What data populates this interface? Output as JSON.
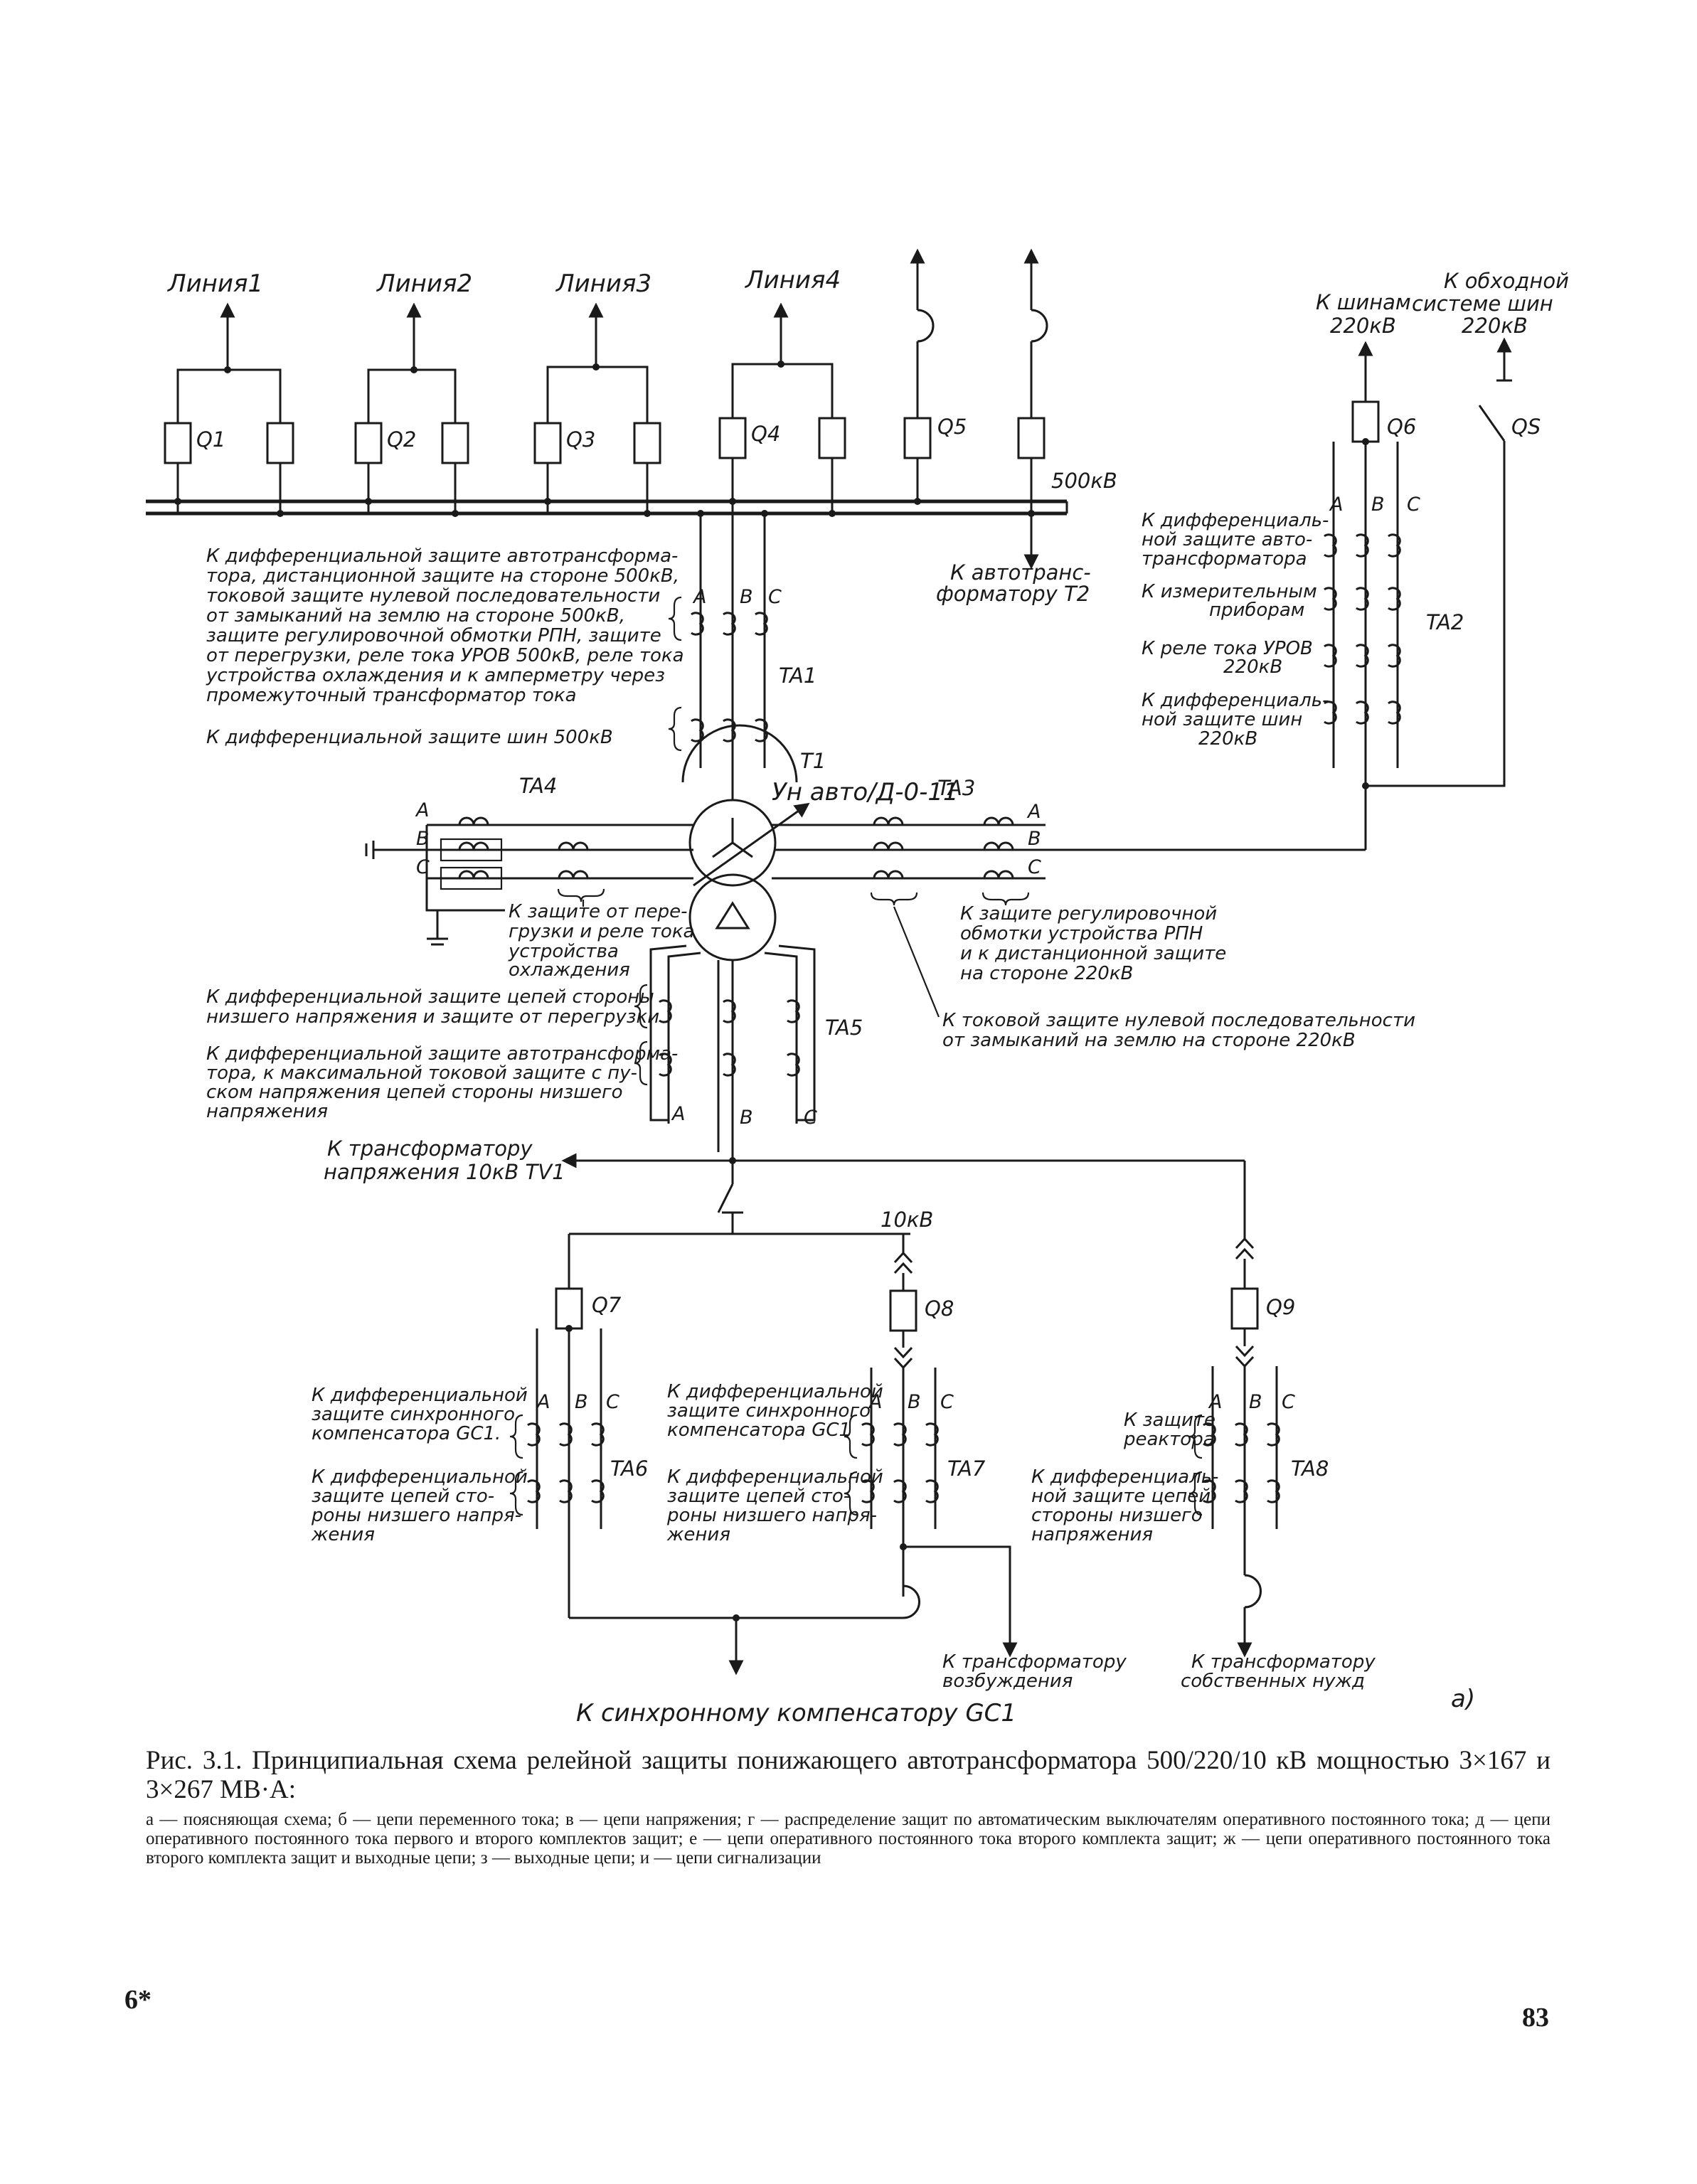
{
  "lines": {
    "line1": "Линия1",
    "line2": "Линия2",
    "line3": "Линия3",
    "line4": "Линия4"
  },
  "breakers": {
    "q1": "Q1",
    "q2": "Q2",
    "q3": "Q3",
    "q4": "Q4",
    "q5": "Q5",
    "q6": "Q6",
    "q7": "Q7",
    "q8": "Q8",
    "q9": "Q9",
    "qs": "QS"
  },
  "voltages": {
    "bus500": "500кВ",
    "bus10": "10кВ"
  },
  "hv_labels": {
    "to_t2": [
      "К автотранс-",
      "форматору Т2"
    ],
    "to_bus220": [
      "К шинам",
      "220кВ"
    ],
    "to_bypass": [
      "К обходной",
      "системе шин",
      "220кВ"
    ]
  },
  "ta1": {
    "name": "TA1",
    "phases": [
      "A",
      "B",
      "C"
    ],
    "note1": [
      "К дифференциальной защите автотрансформа-",
      "тора, дистанционной защите на стороне 500кВ,",
      "токовой защите нулевой последовательности",
      "от замыканий на землю на стороне 500кВ,",
      "защите регулировочной обмотки РПН, защите",
      "от перегрузки, реле тока УРОВ 500кВ, реле тока",
      "устройства охлаждения и к амперметру через",
      "промежуточный трансформатор тока"
    ],
    "note2": "К дифференциальной защите шин 500кВ"
  },
  "t1": {
    "name": "Т1",
    "scheme": "Ун авто/Д-0-11"
  },
  "ta2": {
    "name": "TA2",
    "phases": [
      "A",
      "B",
      "C"
    ],
    "note1": [
      "К дифференциаль-",
      "ной защите авто-",
      "трансформатора"
    ],
    "note2": [
      "К измерительным",
      "приборам"
    ],
    "note3": [
      "К реле тока УРОВ",
      "220кВ"
    ],
    "note4": [
      "К дифференциаль-",
      "ной защите шин",
      "220кВ"
    ]
  },
  "ta3": {
    "name": "TA3",
    "phases": [
      "A",
      "B",
      "C"
    ],
    "note1": [
      "К защите регулировочной",
      "обмотки устройства РПН",
      "и к дистанционной защите",
      "на стороне 220кВ"
    ],
    "note2": [
      "К токовой защите нулевой последовательности",
      "от замыканий на землю на стороне 220кВ"
    ]
  },
  "ta4": {
    "name": "TA4",
    "phases": [
      "A",
      "B",
      "C"
    ],
    "note1": [
      "К защите от пере-",
      "грузки и реле тока",
      "устройства",
      "охлаждения"
    ]
  },
  "ta5": {
    "name": "TA5",
    "phases": [
      "A",
      "B",
      "C"
    ],
    "note1": [
      "К дифференциальной защите цепей стороны",
      "низшего напряжения и защите от перегрузки"
    ],
    "note2": [
      "К дифференциальной защите автотрансформа-",
      "тора, к максимальной токовой защите с пу-",
      "ском напряжения цепей стороны низшего",
      "напряжения"
    ]
  },
  "tv1": [
    "К трансформатору",
    "напряжения 10кВ TV1"
  ],
  "ta6": {
    "name": "TA6",
    "phases": [
      "A",
      "B",
      "C"
    ],
    "note1": [
      "К дифференциальной",
      "защите синхронного",
      "компенсатора GC1."
    ],
    "note2": [
      "К дифференциальной",
      "защите цепей сто-",
      "роны низшего напря-",
      "жения"
    ]
  },
  "ta7": {
    "name": "TA7",
    "phases": [
      "A",
      "B",
      "C"
    ],
    "note1": [
      "К дифференциальной",
      "защите синхронного",
      "компенсатора GC1"
    ],
    "note2": [
      "К дифференциальной",
      "защите цепей сто-",
      "роны низшего напря-",
      "жения"
    ]
  },
  "ta8": {
    "name": "TA8",
    "phases": [
      "A",
      "B",
      "C"
    ],
    "note1": [
      "К защите",
      "реактора"
    ],
    "note2": [
      "К дифференциаль-",
      "ной защите цепей",
      "стороны низшего",
      "напряжения"
    ]
  },
  "loads": {
    "gc1": "К синхронному компенсатору GC1",
    "excitation": [
      "К трансформатору",
      "возбуждения"
    ],
    "aux": [
      "К трансформатору",
      "собственных нужд"
    ]
  },
  "subfigure": "а)",
  "caption": {
    "title": "Рис. 3.1. Принципиальная схема релейной защиты понижающего автотрансформатора 500/220/10 кВ мощностью 3×167 и 3×267 МВ·А:",
    "legend": "а — поясняющая схема; б — цепи переменного тока; в — цепи напряжения; г — распределение защит по автоматическим выключателям оперативного постоянного тока; д — цепи оперативного постоянного тока первого и второго комплектов защит; е — цепи оперативного постоянного тока второго комплекта защит; ж — цепи оперативного постоянного тока второго комплекта защит и выходные цепи; з — выходные цепи; и — цепи сигнализации"
  },
  "page_mark": "6*",
  "page_number": "83"
}
